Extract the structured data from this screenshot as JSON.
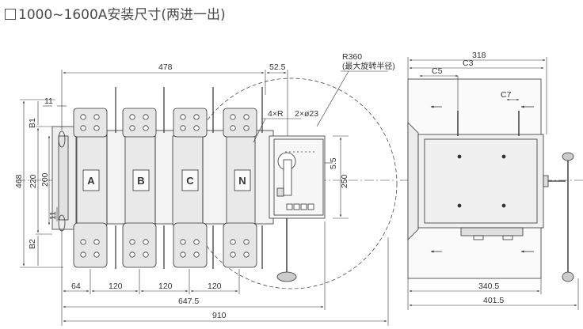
{
  "title": "1000~1600A安装尺寸(两进一出)",
  "front_view": {
    "phases": [
      "A",
      "B",
      "C",
      "N"
    ],
    "dims": {
      "d478": "478",
      "d52_5": "52.5",
      "d11_top": "11",
      "b1": "B1",
      "d468": "468",
      "d220": "220",
      "d200": "200",
      "d11_side": "11",
      "b2": "B2",
      "d64": "64",
      "d120a": "120",
      "d120b": "120",
      "d120c": "120",
      "d647_5": "647.5",
      "d910": "910",
      "holes": "4×R",
      "holes2": "2×ø23",
      "d5_5": "5.5",
      "d250": "250"
    },
    "radius_note": "R360",
    "radius_note2": "(最大旋转半径)"
  },
  "side_view": {
    "dims": {
      "d318": "318",
      "c3": "C3",
      "c5": "C5",
      "c7": "C7",
      "d340_5": "340.5",
      "d401_5": "401.5"
    }
  }
}
